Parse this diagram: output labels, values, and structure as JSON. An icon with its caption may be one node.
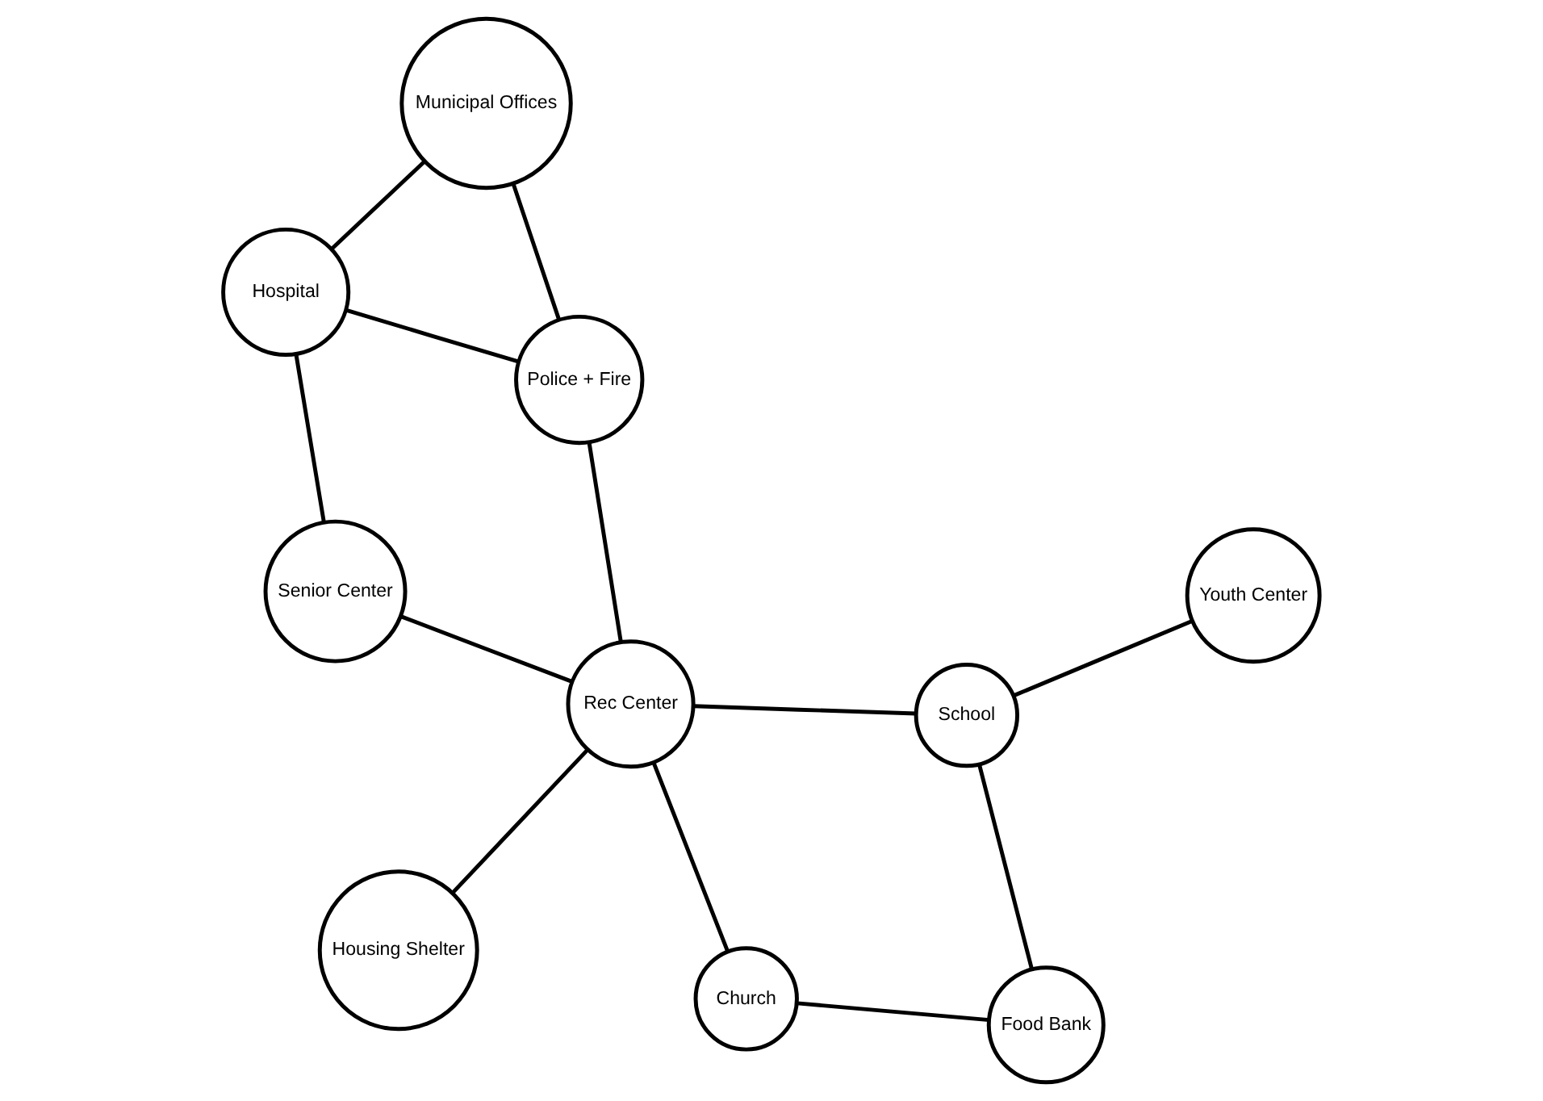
{
  "diagram": {
    "nodes": [
      {
        "text": [
          "Hospital"
        ]
      },
      {
        "text": [
          "Municipal Offices"
        ]
      },
      {
        "text": [
          "Senior Center"
        ]
      },
      {
        "text": [
          "Police + Fire"
        ]
      },
      {
        "text": [
          "Rec Center"
        ]
      },
      {
        "text": [
          "School"
        ]
      },
      {
        "text": [
          "Housing Shelter"
        ]
      },
      {
        "text": [
          "Youth Center"
        ]
      },
      {
        "text": [
          "Church"
        ]
      },
      {
        "text": [
          "Food Bank"
        ]
      }
    ],
    "edges": [
      {
        "from": 0,
        "to": 1,
        "arrow": "none"
      },
      {
        "from": 0,
        "to": 2,
        "arrow": "none"
      },
      {
        "from": 0,
        "to": 3,
        "arrow": "none"
      },
      {
        "from": 1,
        "to": 3,
        "arrow": "none"
      },
      {
        "from": 2,
        "to": 4,
        "arrow": "none"
      },
      {
        "from": 3,
        "to": 4,
        "arrow": "none"
      },
      {
        "from": 5,
        "to": 4,
        "arrow": "none"
      },
      {
        "from": 4,
        "to": 6,
        "arrow": "none"
      },
      {
        "from": 7,
        "to": 5,
        "arrow": "none"
      },
      {
        "from": 5,
        "to": 9,
        "arrow": "none"
      },
      {
        "from": 4,
        "to": 8,
        "arrow": "none"
      },
      {
        "from": 9,
        "to": 8,
        "arrow": "none"
      }
    ]
  }
}
